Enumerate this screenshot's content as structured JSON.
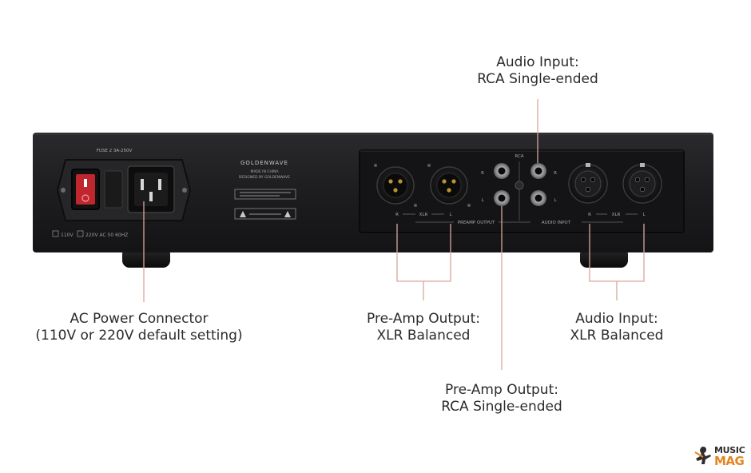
{
  "device": {
    "fuse_label": "FUSE 2 3A-250V",
    "brand": "GOLDENWAVE",
    "made_in": "MADE IN CHINA",
    "designed_by": "DESIGNED BY GOLDENWAVE",
    "voltage_110": "110V",
    "voltage_220": "220V AC 50 60HZ",
    "rca_label": "RCA",
    "xlr_label_left": "XLR",
    "xlr_label_right": "XLR",
    "preamp_output_label": "PREAMP OUTPUT",
    "audio_input_label": "AUDIO INPUT",
    "r_label": "R",
    "l_label": "L"
  },
  "callouts": {
    "audio_input_rca": {
      "line1": "Audio Input:",
      "line2": "RCA Single-ended"
    },
    "ac_power": {
      "line1": "AC Power Connector",
      "line2": "(110V or 220V default setting)"
    },
    "preamp_xlr": {
      "line1": "Pre-Amp Output:",
      "line2": "XLR Balanced"
    },
    "audio_input_xlr": {
      "line1": "Audio Input:",
      "line2": "XLR Balanced"
    },
    "preamp_rca": {
      "line1": "Pre-Amp Output:",
      "line2": "RCA Single-ended"
    }
  },
  "watermark": {
    "line1": "MUSIC",
    "line2": "MAG"
  },
  "colors": {
    "chassis": "#1b1b1d",
    "panel_inset": "#141416",
    "callout_line": "#d9a79a",
    "switch_red": "#c0262d",
    "gold_pin": "#b8942f",
    "watermark_orange": "#e4851f"
  }
}
